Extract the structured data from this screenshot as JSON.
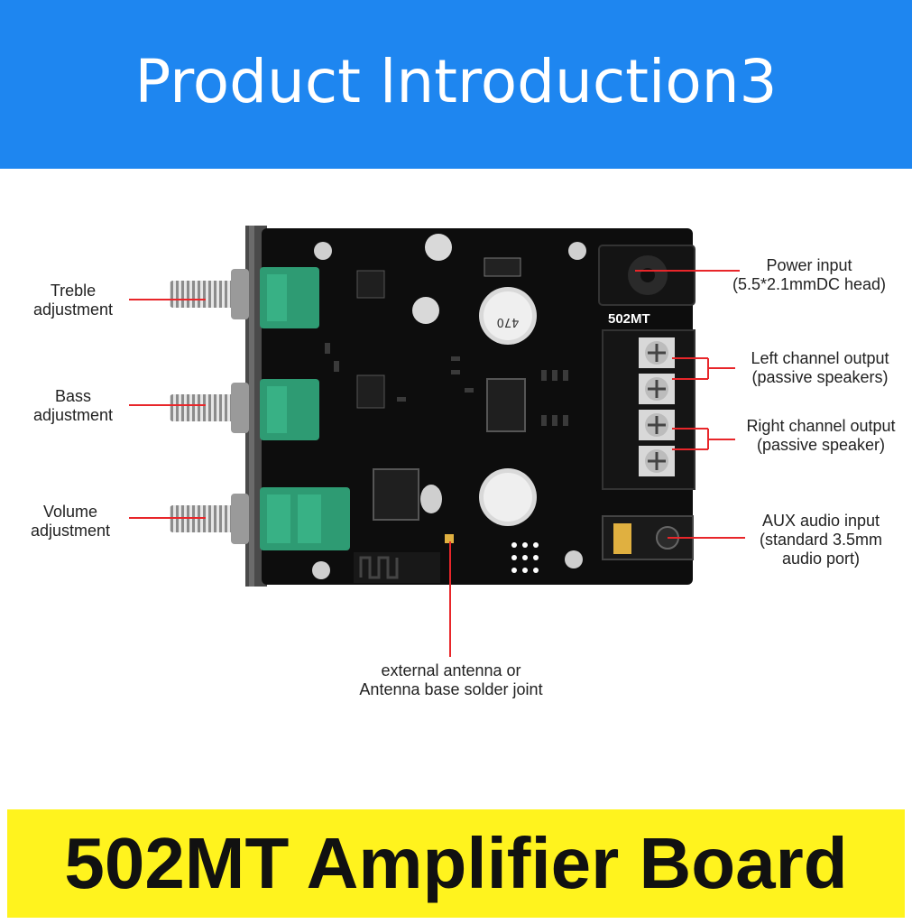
{
  "header": {
    "title": "Product lntroduction3"
  },
  "footer": {
    "title": "502MT Amplifier Board"
  },
  "board": {
    "model": "502MT"
  },
  "callouts": {
    "treble": {
      "line1": "Treble",
      "line2": "adjustment"
    },
    "bass": {
      "line1": "Bass",
      "line2": "adjustment"
    },
    "volume": {
      "line1": "Volume",
      "line2": "adjustment"
    },
    "power": {
      "line1": "Power input",
      "line2": "(5.5*2.1mmDC head)"
    },
    "left_channel": {
      "line1": "Left channel output",
      "line2": "(passive speakers)"
    },
    "right_channel": {
      "line1": "Right channel output",
      "line2": "(passive speaker)"
    },
    "aux": {
      "line1": "AUX audio input",
      "line2": "(standard 3.5mm",
      "line3": "audio port)"
    },
    "antenna": {
      "line1": "external antenna or",
      "line2": "Antenna base solder joint"
    }
  },
  "colors": {
    "header_bg": "#1e86f0",
    "footer_bg": "#fff31e",
    "pcb": "#0d0d0d",
    "callout_line": "#e8262a",
    "potentiometer": "#2e9b73"
  }
}
